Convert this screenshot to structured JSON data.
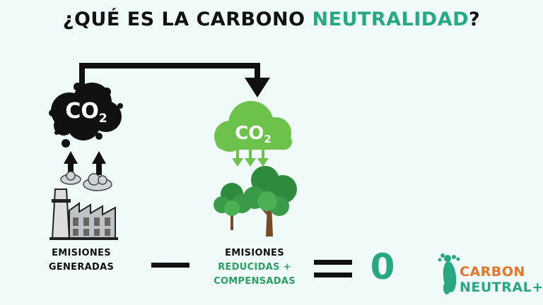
{
  "title": {
    "prefix": "¿QUÉ ES LA CARBONO ",
    "accent": "NEUTRALIDAD",
    "suffix": "?"
  },
  "cloud_left": {
    "text": "CO",
    "subscript": "2"
  },
  "cloud_right": {
    "text": "CO",
    "subscript": "2"
  },
  "left_label": {
    "line1": "EMISIONES",
    "line2": "GENERADAS"
  },
  "right_label": {
    "line1": "EMISIONES",
    "line2": "REDUCIDAS +",
    "line3": "COMPENSADAS"
  },
  "equation": {
    "minus": "—",
    "equals": "=",
    "result": "0"
  },
  "logo": {
    "line1": "CARBON",
    "line2": "NEUTRAL+"
  },
  "colors": {
    "accent": "#27a882",
    "bright_green": "#6cc24a",
    "dark": "#111111",
    "orange": "#e8742a"
  }
}
